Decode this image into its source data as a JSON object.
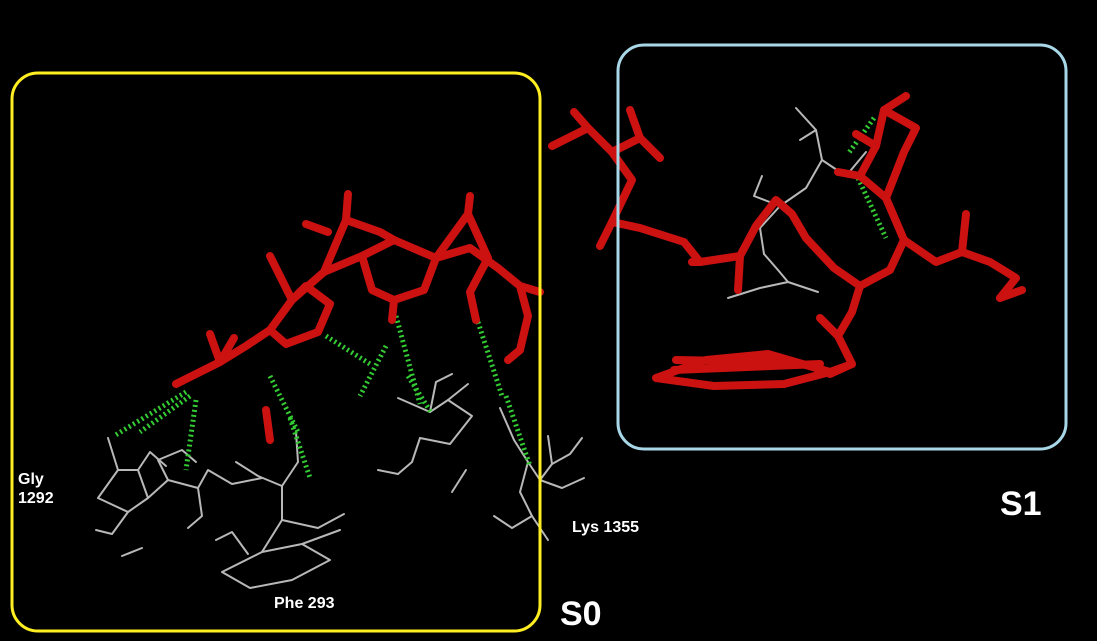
{
  "labels": {
    "gly": "Gly\n1292",
    "phe": "Phe 293",
    "lys": "Lys 1355",
    "s0": "S0",
    "s1": "S1"
  },
  "colors": {
    "background": "#000000",
    "ligand": "#cc1111",
    "residue": "#b8b8b8",
    "hbond": "#33cc33",
    "box_s0": "#ffee22",
    "box_s1": "#a8d8e8",
    "text": "#ffffff"
  }
}
